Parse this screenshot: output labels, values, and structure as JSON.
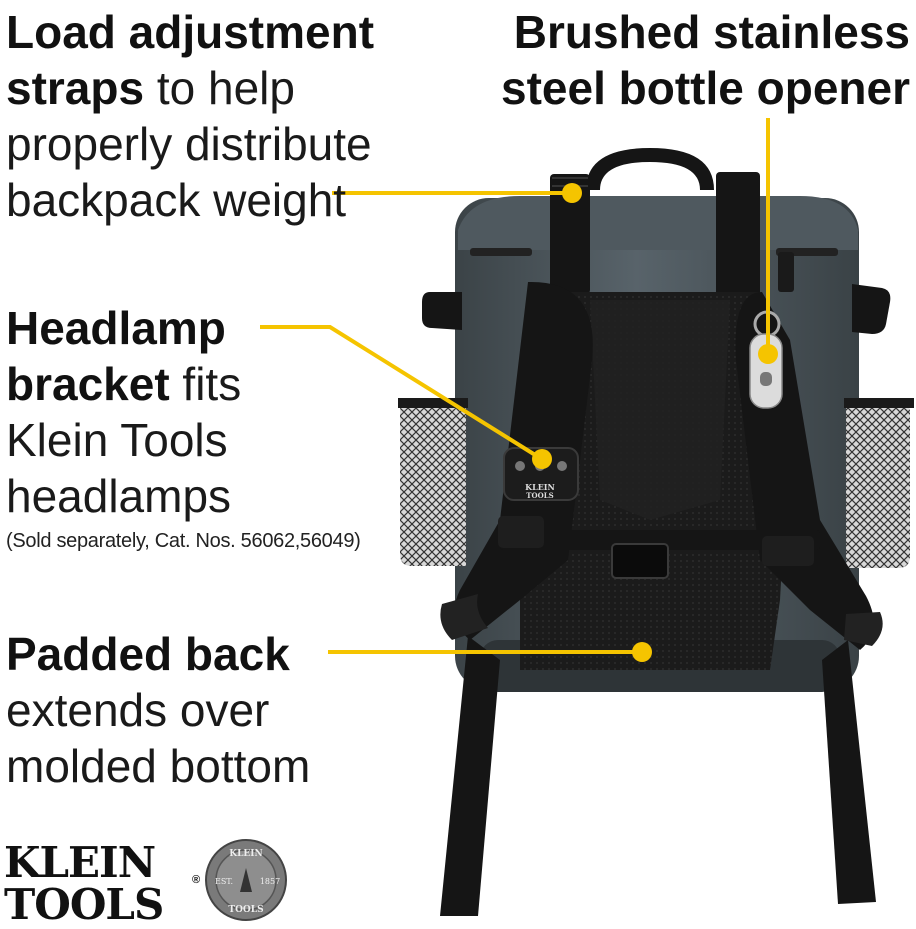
{
  "callouts": {
    "straps": {
      "bold": "Load adjustment straps",
      "bold_line1": "Load adjustment",
      "bold_line2": "straps",
      "rest_inline": " to help",
      "rest": "properly distribute backpack weight",
      "line3": "properly distribute",
      "line4": "backpack weight"
    },
    "opener": {
      "line1": "Brushed stainless",
      "line2": "steel bottle opener"
    },
    "headlamp": {
      "bold_line1": "Headlamp",
      "bold_line2": "bracket",
      "rest_inline": " fits",
      "line3": "Klein Tools",
      "line4": "headlamps",
      "note": "(Sold separately, Cat. Nos. 56062,56049)"
    },
    "back": {
      "bold": "Padded back",
      "line2": "extends over",
      "line3": "molded bottom"
    }
  },
  "brand": {
    "line1": "KLEIN",
    "line2": "TOOLS",
    "registered": "®",
    "seal_top": "KLEIN",
    "seal_bottom": "TOOLS",
    "seal_est": "EST.",
    "seal_year": "1857"
  },
  "product_label": {
    "line1": "KLEIN",
    "line2": "TOOLS"
  },
  "colors": {
    "accent": "#f5c400",
    "cooler_body": "#4a5358",
    "strap": "#151515",
    "text": "#111111"
  }
}
